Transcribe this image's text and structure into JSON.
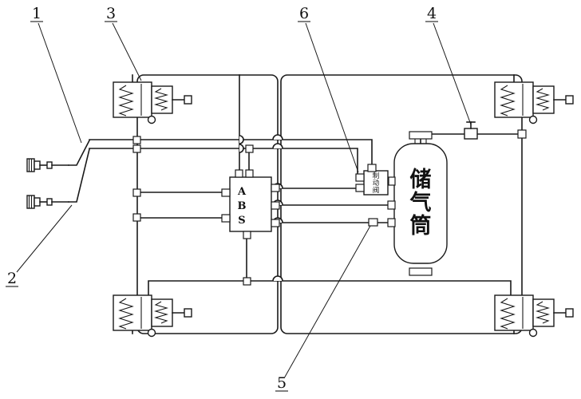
{
  "diagram": {
    "figure_labels": {
      "n1": "1",
      "n2": "2",
      "n3": "3",
      "n4": "4",
      "n5": "5",
      "n6": "6"
    },
    "abs_valve": {
      "letters": [
        "A",
        "B",
        "S"
      ]
    },
    "brake_valve": {
      "name_chars": [
        "制",
        "动",
        "阀"
      ]
    },
    "reservoir": {
      "name_chars": [
        "储",
        "气",
        "筒"
      ]
    },
    "colors": {
      "line": "#1a1a1a",
      "background": "#ffffff"
    }
  }
}
